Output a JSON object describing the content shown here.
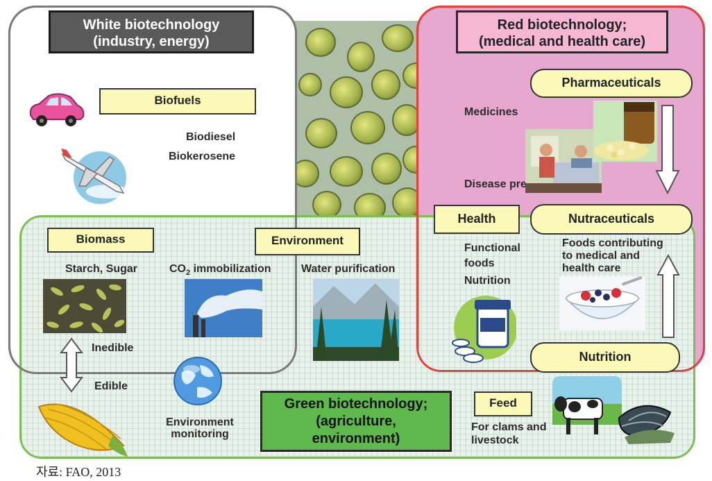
{
  "white_biotech": {
    "title_line1": "White biotechnology",
    "title_line2": "(industry, energy)",
    "biofuels": "Biofuels",
    "biodiesel": "Biodiesel",
    "biokerosene": "Biokerosene"
  },
  "red_biotech": {
    "title_line1": "Red biotechnology;",
    "title_line2": "(medical and health care)",
    "pharmaceuticals": "Pharmaceuticals",
    "medicines": "Medicines",
    "disease_prevention": "Disease prev",
    "nutraceuticals": "Nutraceuticals",
    "foods_line1": "Foods contributing",
    "foods_line2": "to medical and",
    "foods_line3": "health care",
    "nutrition_label": "Nutrition"
  },
  "green_biotech": {
    "title_line1": "Green biotechnology;",
    "title_line2": "(agriculture,",
    "title_line3": "environment)",
    "biomass": "Biomass",
    "starch_sugar": "Starch, Sugar",
    "environment": "Environment",
    "co2": "CO",
    "co2_sub": "2",
    "co2_rest": " immobilization",
    "water_purification": "Water purification",
    "inedible": "Inedible",
    "edible": "Edible",
    "env_monitoring_line1": "Environment",
    "env_monitoring_line2": "monitoring",
    "feed": "Feed",
    "feed_desc_line1": "For clams and",
    "feed_desc_line2": "livestock"
  },
  "health": {
    "label": "Health",
    "functional_line1": "Functional",
    "functional_line2": "foods",
    "nutrition": "Nutrition"
  },
  "caption": "자료: FAO, 2013",
  "colors": {
    "white_border": "#7a7a7a",
    "red_border": "#e2413e",
    "red_fill": "#e6a8cf",
    "green_border": "#7dbd55",
    "green_fill": "#e7f3ea",
    "label_fill": "#fbf9b8",
    "green_title_fill": "#5eb84c"
  }
}
